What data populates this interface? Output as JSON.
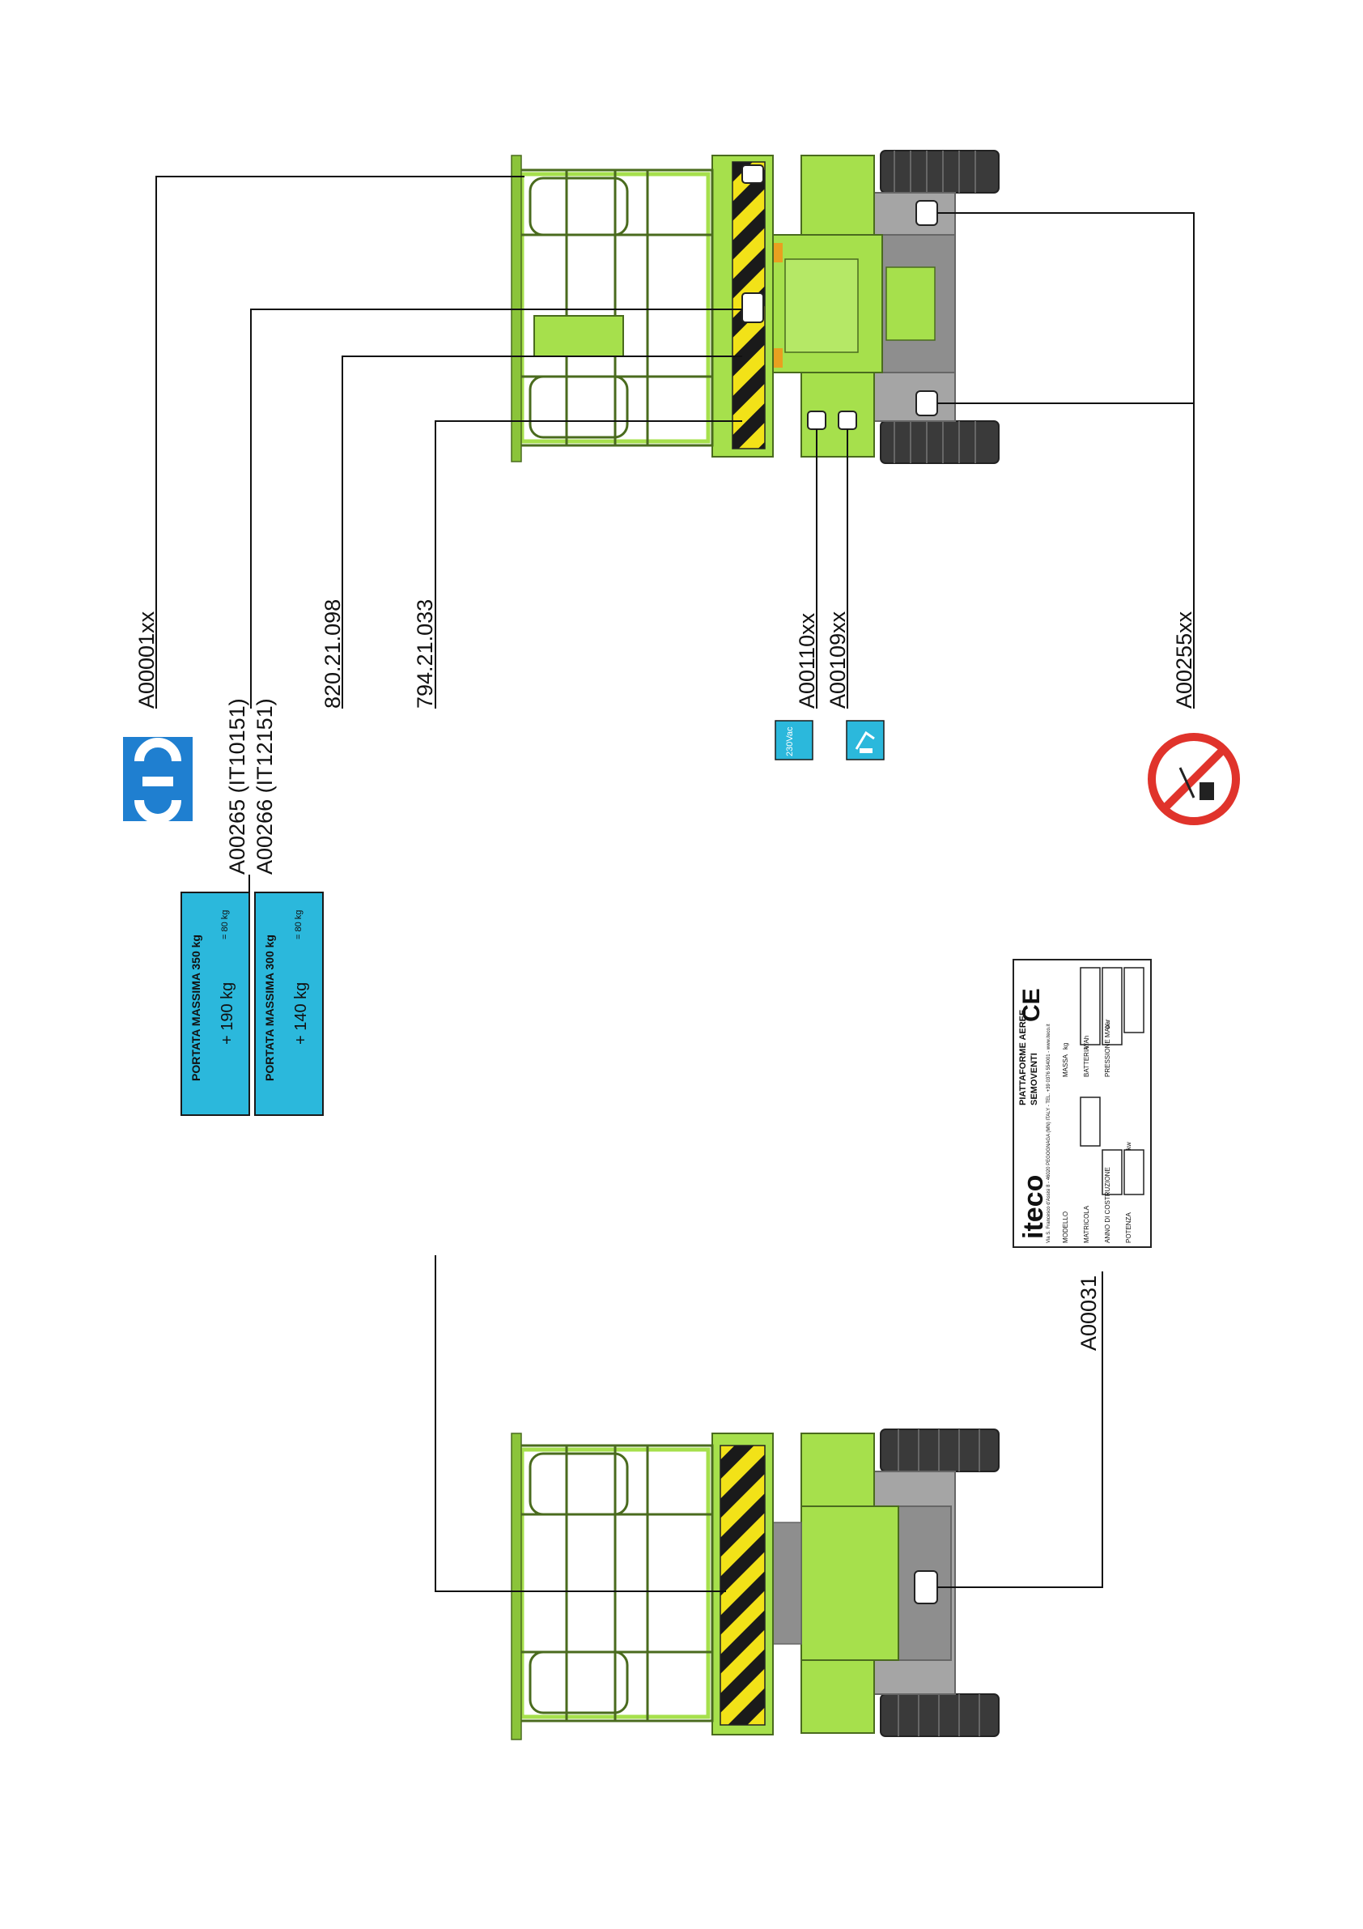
{
  "labels": {
    "a00001": "A00001xx",
    "a00265": "A00265 (IT10151)",
    "a00266": "A00266 (IT12151)",
    "p820": "820.21.098",
    "p794": "794.21.033",
    "a00110": "A00110xx",
    "a00109": "A00109xx",
    "a00255": "A00255xx",
    "a00031": "A00031"
  },
  "load_signs": {
    "sign1": {
      "title": "PORTATA MASSIMA 350 kg",
      "load": "+ 190 kg",
      "person": "= 80 kg"
    },
    "sign2": {
      "title": "PORTATA MASSIMA 300 kg",
      "load": "+ 140 kg",
      "person": "= 80 kg"
    }
  },
  "small_signs": {
    "voltage": "230Vac"
  },
  "plate": {
    "brand": "iteco",
    "line1": "PIATTAFORME AEREE",
    "line2": "SEMOVENTI",
    "address": "Via S. Francesco d'Assisi 8 - 46020 PEGOGNAGA (MN) ITALY - TEL. +39 0376 554001 - www.iteco.it",
    "ce": "CE",
    "fields": {
      "modello": "MODELLO",
      "matricola": "MATRICOLA",
      "anno": "ANNO DI COSTRUZIONE",
      "potenza": "POTENZA",
      "massa": "MASSA",
      "batteria": "BATTERIA",
      "pressione": "PRESSIONE MAX",
      "kg": "kg",
      "vah": "V/Ah",
      "bar": "bar",
      "kw": "kw"
    }
  },
  "colors": {
    "body_green": "#a6e04c",
    "outline": "#4a6b1e",
    "sign_blue": "#2bb8dc",
    "ce_blue": "#1f7fd0",
    "no_red": "#e0332b",
    "grey": "#9a9a9a",
    "tyre": "#3b3b3b",
    "hazard_yellow": "#f2e218"
  }
}
